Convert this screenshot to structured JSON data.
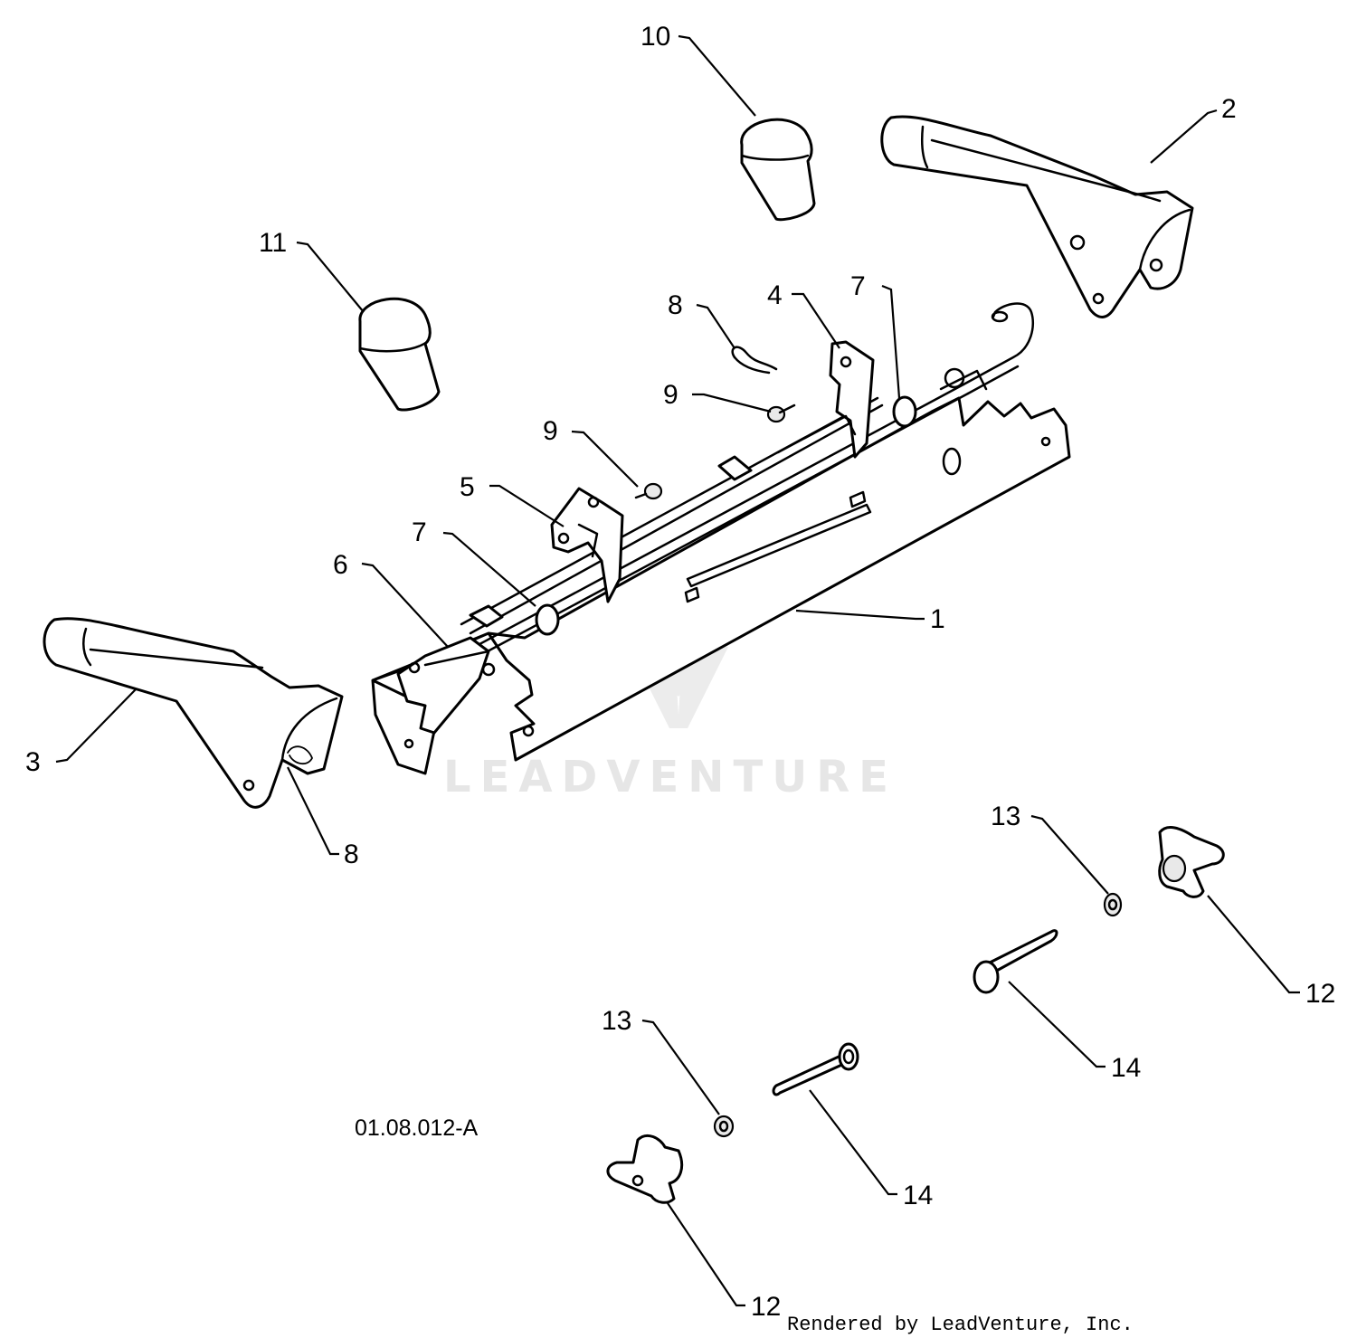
{
  "diagram": {
    "callouts": {
      "c1": "1",
      "c2": "2",
      "c3": "3",
      "c4": "4",
      "c5": "5",
      "c6": "6",
      "c7a": "7",
      "c7b": "7",
      "c8a": "8",
      "c8b": "8",
      "c9a": "9",
      "c9b": "9",
      "c10": "10",
      "c11": "11",
      "c12a": "12",
      "c12b": "12",
      "c13a": "13",
      "c13b": "13",
      "c14a": "14",
      "c14b": "14"
    },
    "figure_code": "01.08.012-A",
    "watermark": "LEADVENTURE",
    "credit": "Rendered by LeadVenture, Inc."
  }
}
